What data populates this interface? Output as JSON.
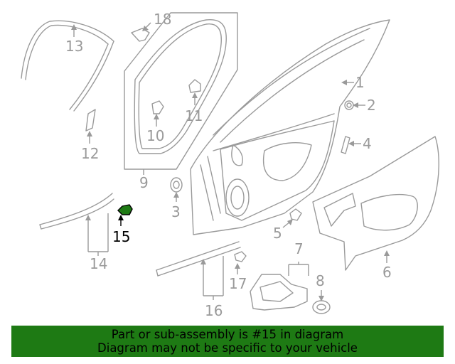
{
  "callouts": {
    "c1": "1",
    "c2": "2",
    "c3": "3",
    "c4": "4",
    "c5": "5",
    "c6": "6",
    "c7": "7",
    "c8": "8",
    "c9": "9",
    "c10": "10",
    "c11": "11",
    "c12": "12",
    "c13": "13",
    "c14": "14",
    "c15": "15",
    "c16": "16",
    "c17": "17",
    "c18": "18"
  },
  "highlight_color": "#1e7a14",
  "banner": {
    "line1": "Part or sub-assembly is #15 in diagram",
    "line2": "Diagram may not be specific to your vehicle"
  }
}
